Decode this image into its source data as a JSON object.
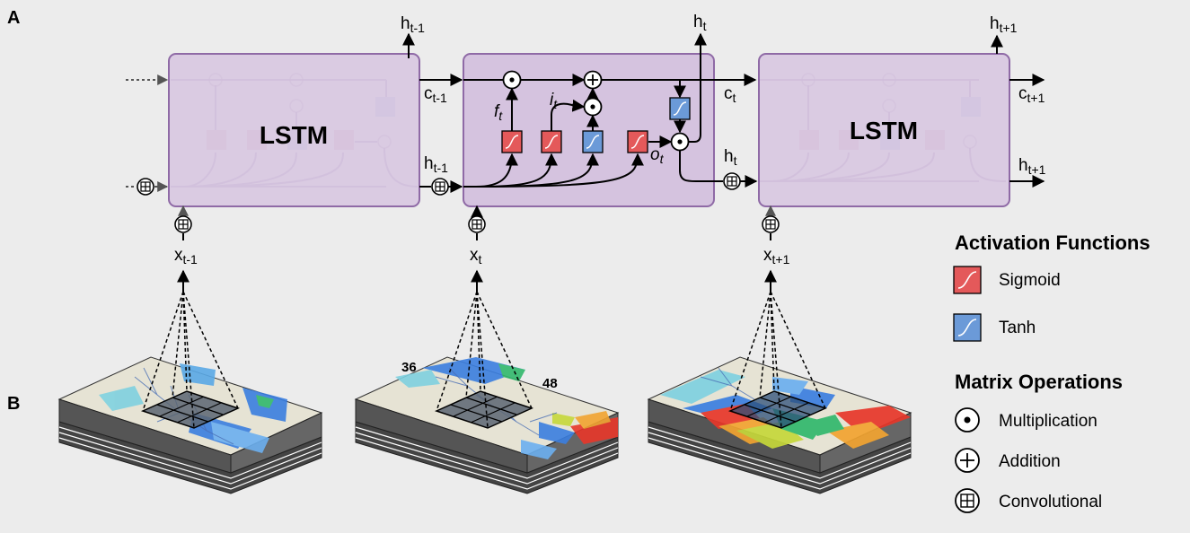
{
  "panels": {
    "a": "A",
    "b": "B"
  },
  "lstm_left_title": "LSTM",
  "lstm_right_title": "LSTM",
  "labels": {
    "h_prev_top": {
      "base": "h",
      "sub": "t-1"
    },
    "h_curr_top": {
      "base": "h",
      "sub": "t"
    },
    "h_next_top": {
      "base": "h",
      "sub": "t+1"
    },
    "c_prev": {
      "base": "c",
      "sub": "t-1"
    },
    "c_curr": {
      "base": "c",
      "sub": "t"
    },
    "c_next": {
      "base": "c",
      "sub": "t+1"
    },
    "h_prev_mid": {
      "base": "h",
      "sub": "t-1"
    },
    "h_curr_mid": {
      "base": "h",
      "sub": "t"
    },
    "h_next_mid": {
      "base": "h",
      "sub": "t+1"
    },
    "x_prev": {
      "base": "x",
      "sub": "t-1"
    },
    "x_curr": {
      "base": "x",
      "sub": "t"
    },
    "x_next": {
      "base": "x",
      "sub": "t+1"
    },
    "f_gate": {
      "base": "f",
      "sub": "t"
    },
    "i_gate": {
      "base": "i",
      "sub": "t"
    },
    "o_gate": {
      "base": "o",
      "sub": "t"
    }
  },
  "map_numbers": {
    "left": "36",
    "right": "48"
  },
  "legend": {
    "activation_title": "Activation Functions",
    "sigmoid": "Sigmoid",
    "tanh": "Tanh",
    "matrix_title": "Matrix Operations",
    "multiplication": "Multiplication",
    "addition": "Addition",
    "convolutional": "Convolutional"
  },
  "colors": {
    "lstm_box_fill": "#d5c3df",
    "lstm_box_stroke": "#8f6aa6",
    "sigmoid": "#e4595a",
    "tanh": "#6b9ad8",
    "background": "#ececec"
  }
}
